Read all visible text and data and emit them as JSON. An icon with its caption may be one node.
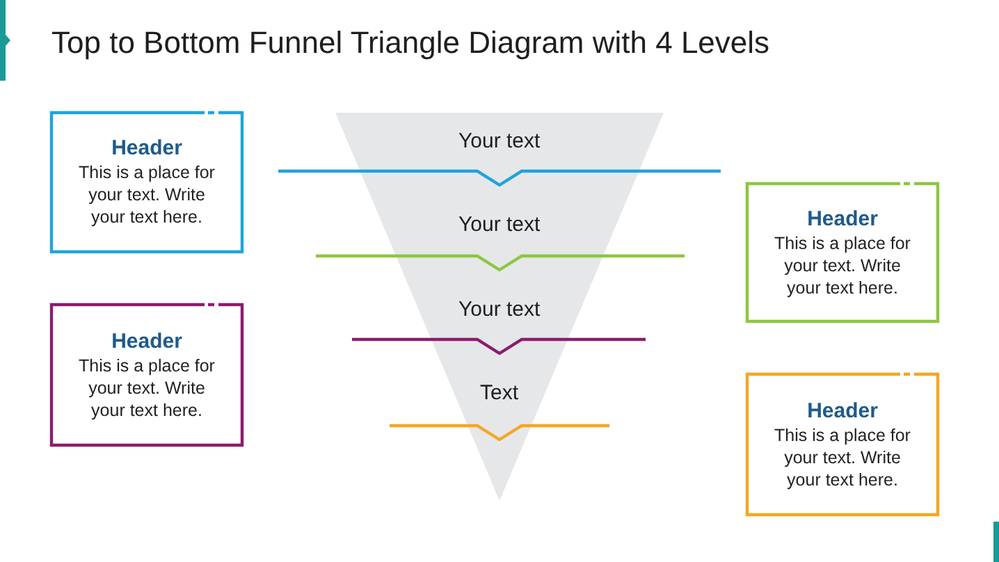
{
  "diagram": {
    "title": "Top to Bottom Funnel Triangle Diagram with 4 Levels",
    "nodes": [
      {
        "text": [
          "Header",
          "This is a place for your text. Write your text here."
        ]
      },
      {
        "text": [
          "Your text",
          "Your text",
          "Your text",
          "Text"
        ]
      },
      {
        "text": [
          "Header",
          "This is a place for your text. Write your text here."
        ]
      },
      {
        "text": [
          "Header",
          "This is a place for your text. Write your text here."
        ]
      },
      {
        "text": [
          "Header",
          "This is a place for your text. Write your text here."
        ]
      }
    ]
  }
}
